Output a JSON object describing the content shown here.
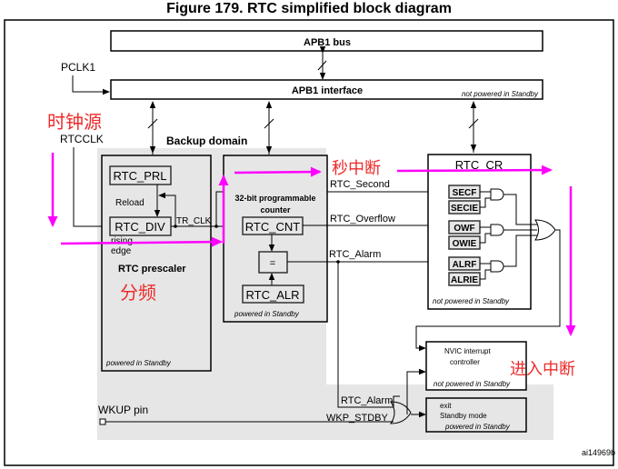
{
  "figure": {
    "title": "Figure 179. RTC simplified block diagram",
    "id": "ai14969b"
  },
  "buses": {
    "apb1_bus": "APB1 bus",
    "apb1_interface": "APB1 interface",
    "apb1_interface_note": "not powered in Standby",
    "pclk1": "PCLK1"
  },
  "clock": {
    "rtcclk": "RTCCLK",
    "tr_clk": "TR_CLK"
  },
  "backup_domain": {
    "label": "Backup domain",
    "prescaler": {
      "title": "RTC prescaler",
      "rtc_prl": "RTC_PRL",
      "reload": "Reload",
      "rtc_div": "RTC_DIV",
      "rising": "rising",
      "edge": "edge",
      "note": "powered in Standby"
    },
    "counter": {
      "title_line1": "32-bit programmable",
      "title_line2": "counter",
      "rtc_cnt": "RTC_CNT",
      "compare": "=",
      "rtc_alr": "RTC_ALR",
      "note": "powered in Standby"
    }
  },
  "signals": {
    "rtc_second": "RTC_Second",
    "rtc_overflow": "RTC_Overflow",
    "rtc_alarm": "RTC_Alarm",
    "rtc_alarm_2": "RTC_Alarm",
    "wkp_stdby": "WKP_STDBY",
    "wkup_pin": "WKUP pin"
  },
  "rtc_cr": {
    "title": "RTC_CR",
    "flags": [
      "SECF",
      "SECIE",
      "OWF",
      "OWIE",
      "ALRF",
      "ALRIE"
    ],
    "note": "not powered in Standby"
  },
  "nvic": {
    "line1": "NVIC interrupt",
    "line2": "controller",
    "note": "not powered in Standby"
  },
  "standby": {
    "line1": "exit",
    "line2": "Standby mode",
    "note": "powered in Standby"
  },
  "annotations": {
    "clock_source": "时钟源",
    "divide": "分频",
    "second_interrupt": "秒中断",
    "enter_interrupt": "进入中断",
    "color": "#ff00ff",
    "text_color": "#ee2a2a"
  }
}
